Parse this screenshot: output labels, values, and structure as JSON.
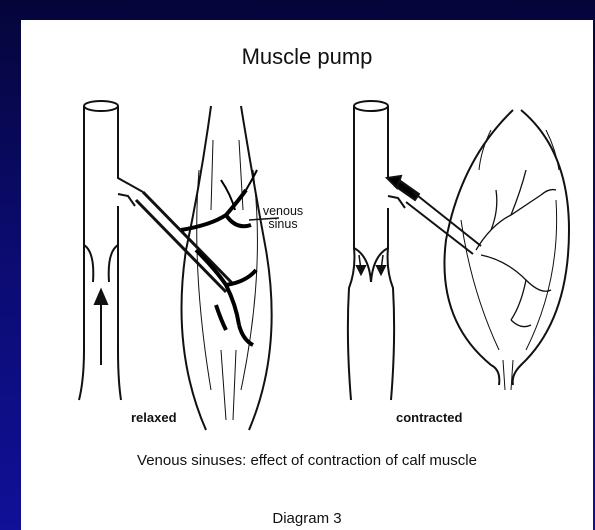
{
  "title": "Muscle pump",
  "labels": {
    "relaxed": "relaxed",
    "contracted": "contracted",
    "callout_line1": "venous",
    "callout_line2": "sinus"
  },
  "caption": "Venous sinuses: effect of contraction of calf muscle",
  "diagram_label": "Diagram 3",
  "colors": {
    "background": "#0b0b6e",
    "panel": "#ffffff",
    "ink": "#111111"
  }
}
